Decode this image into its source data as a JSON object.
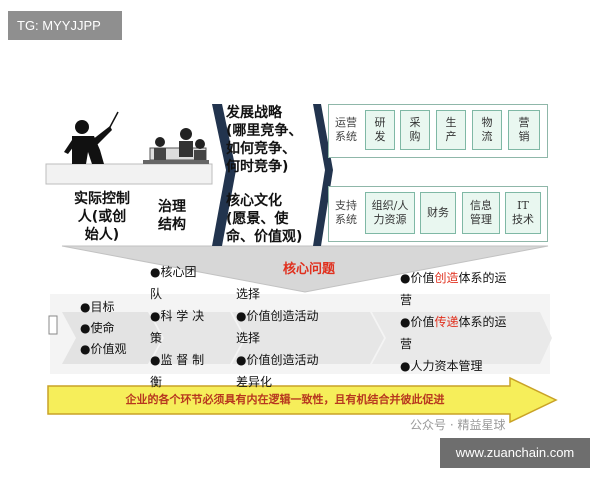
{
  "watermark_tag": "TG: MYYJJPP",
  "site_watermark": "www.zuanchain.com",
  "public_account_watermark": "公众号 · 精益星球",
  "strategy_box": {
    "title": "发展战略",
    "lines": [
      "(哪里竞争、",
      "如何竞争、",
      "何时竞争)"
    ]
  },
  "culture_box": {
    "title": "核心文化",
    "lines": [
      "(愿景、使",
      "命、价值观)"
    ]
  },
  "control_label": [
    "实际控制",
    "人(或创",
    "始人)"
  ],
  "governance_label": [
    "治理",
    "结构"
  ],
  "ops_row": {
    "label": [
      "运营",
      "系统"
    ],
    "cells": [
      [
        "研",
        "发"
      ],
      [
        "采",
        "购"
      ],
      [
        "生",
        "产"
      ],
      [
        "物",
        "流"
      ],
      [
        "营",
        "销"
      ]
    ]
  },
  "support_row": {
    "label": [
      "支持",
      "系统"
    ],
    "cells": [
      [
        "组织/人",
        "力资源"
      ],
      [
        "财务"
      ],
      [
        "信息",
        "管理"
      ],
      [
        "IT",
        "技术"
      ]
    ]
  },
  "core_issue": "核心问题",
  "col1_bullets": [
    "●目标",
    "●使命",
    "●价值观"
  ],
  "col2_lines": [
    "●核心团",
    "队",
    "●科 学 决",
    "策",
    "●监 督 制",
    "衡"
  ],
  "col3_lines": [
    "选择",
    "●价值创造活动",
    "选择",
    "●价值创造活动",
    "差异化"
  ],
  "col4": {
    "item1_prefix": "●价值",
    "item1_highlight": "创造",
    "item1_suffix": "体系的运",
    "item1_cont": "营",
    "item2_prefix": "●价值",
    "item2_highlight": "传递",
    "item2_suffix": "体系的运",
    "item2_cont": "营",
    "item3": "●人力资本管理"
  },
  "bottom_arrow_text": "企业的各个环节必须具有内在逻辑一致性，且有机结合并彼此促进",
  "colors": {
    "red_highlight": "#e0301e",
    "arrow_yellow": "#f6ee5a",
    "arrow_border": "#c9a227",
    "cell_green": "#e9f7f0"
  }
}
